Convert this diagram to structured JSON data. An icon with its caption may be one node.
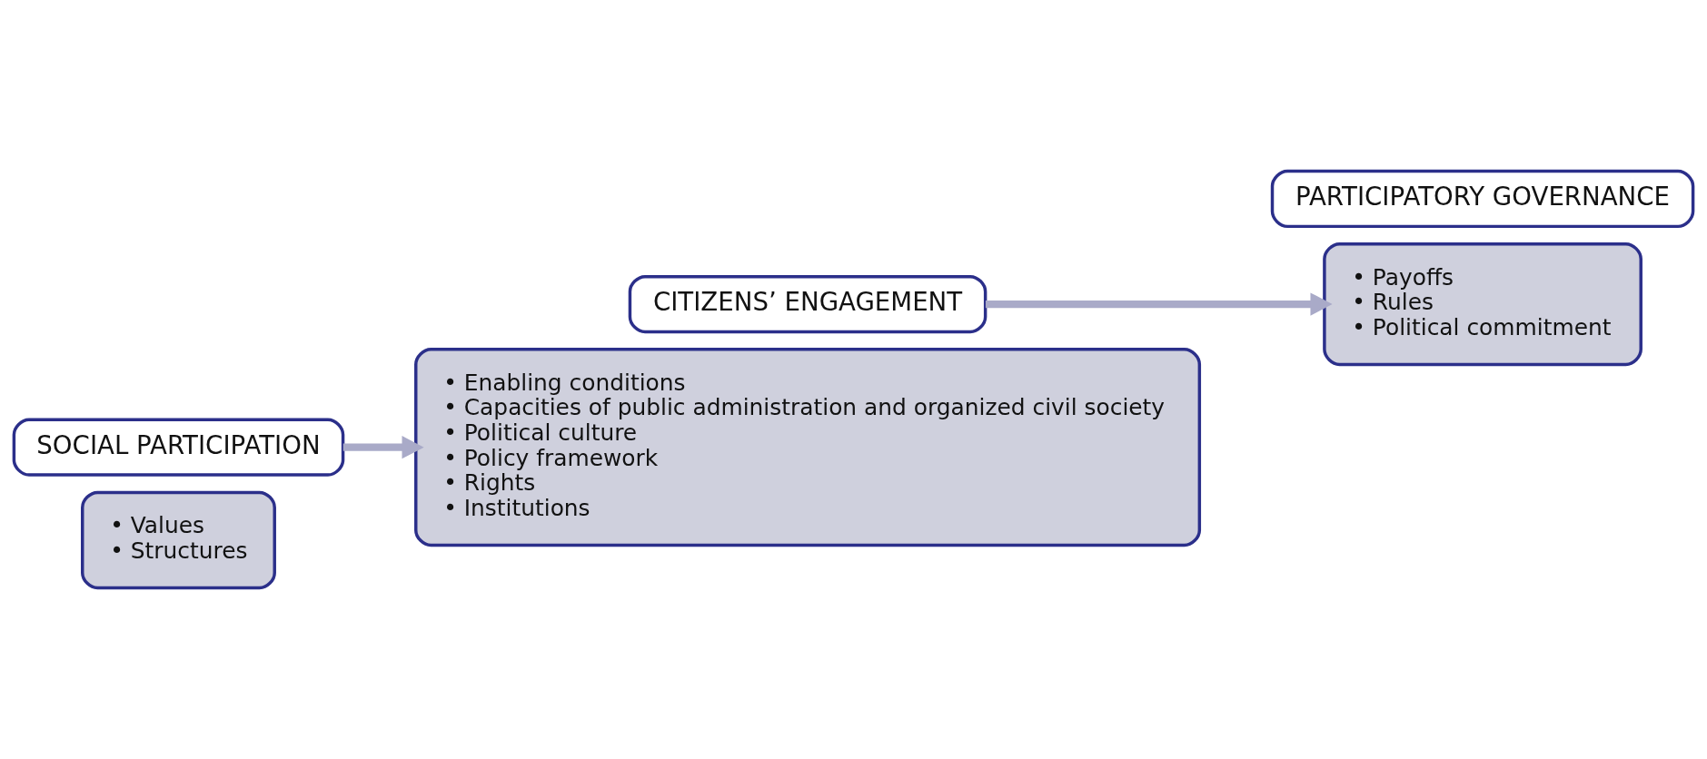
{
  "diagram": {
    "nodes": [
      {
        "text": [
          "• Values",
          "• Structures"
        ]
      },
      {
        "text": [
          "SOCIAL PARTICIPATION"
        ]
      },
      {
        "text": [
          "CITIZENS’ ENGAGEMENT"
        ]
      },
      {
        "text": [
          "• Enabling conditions",
          "• Capacities of public administration and organized civil society",
          "• Political culture",
          "• Policy framework",
          "• Rights",
          "• Institutions"
        ]
      },
      {
        "text": [
          "• Payoffs",
          "• Rules",
          "• Political commitment"
        ]
      },
      {
        "text": [
          "PARTICIPATORY GOVERNANCE"
        ]
      }
    ],
    "edges": [
      {
        "from": 1,
        "to": 3,
        "arrow": "to"
      },
      {
        "from": 2,
        "to": 4,
        "arrow": "to"
      }
    ]
  }
}
